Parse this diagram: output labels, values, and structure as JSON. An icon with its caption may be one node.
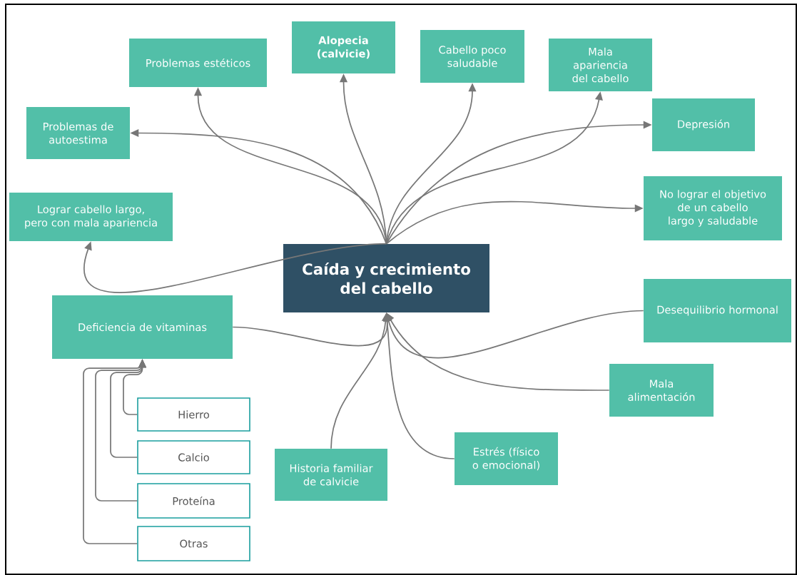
{
  "diagram": {
    "nodes": [
      {
        "text": [
          "Caída y crecimiento del cabello"
        ]
      },
      {
        "text": [
          "Problemas estéticos"
        ]
      },
      {
        "text": [
          "Alopecia (calvicie)"
        ]
      },
      {
        "text": [
          "Cabello poco saludable"
        ]
      },
      {
        "text": [
          "Mala apariencia del cabello"
        ]
      },
      {
        "text": [
          "Problemas de autoestima"
        ]
      },
      {
        "text": [
          "Depresión"
        ]
      },
      {
        "text": [
          "Lograr cabello largo, pero con mala apariencia"
        ]
      },
      {
        "text": [
          "No lograr el objetivo de un cabello largo y saludable"
        ]
      },
      {
        "text": [
          "Deficiencia de vitaminas"
        ]
      },
      {
        "text": [
          "Desequilibrio hormonal"
        ]
      },
      {
        "text": [
          "Mala alimentación"
        ]
      },
      {
        "text": [
          "Historia familiar de calvicie"
        ]
      },
      {
        "text": [
          "Estrés (físico o emocional)"
        ]
      },
      {
        "text": [
          "Hierro"
        ]
      },
      {
        "text": [
          "Calcio"
        ]
      },
      {
        "text": [
          "Proteína"
        ]
      },
      {
        "text": [
          "Otras"
        ]
      }
    ],
    "edges": [
      {
        "from": 0,
        "to": 1,
        "arrow": "to"
      },
      {
        "from": 0,
        "to": 2,
        "arrow": "to"
      },
      {
        "from": 0,
        "to": 3,
        "arrow": "to"
      },
      {
        "from": 0,
        "to": 4,
        "arrow": "to"
      },
      {
        "from": 0,
        "to": 5,
        "arrow": "to"
      },
      {
        "from": 0,
        "to": 6,
        "arrow": "to"
      },
      {
        "from": 0,
        "to": 7,
        "arrow": "to"
      },
      {
        "from": 0,
        "to": 8,
        "arrow": "to"
      },
      {
        "from": 9,
        "to": 0,
        "arrow": "to"
      },
      {
        "from": 10,
        "to": 0,
        "arrow": "to"
      },
      {
        "from": 11,
        "to": 0,
        "arrow": "to"
      },
      {
        "from": 12,
        "to": 0,
        "arrow": "to"
      },
      {
        "from": 13,
        "to": 0,
        "arrow": "to"
      },
      {
        "from": 14,
        "to": 9,
        "arrow": "to"
      },
      {
        "from": 15,
        "to": 9,
        "arrow": "to"
      },
      {
        "from": 16,
        "to": 9,
        "arrow": "to"
      },
      {
        "from": 17,
        "to": 9,
        "arrow": "to"
      }
    ]
  }
}
